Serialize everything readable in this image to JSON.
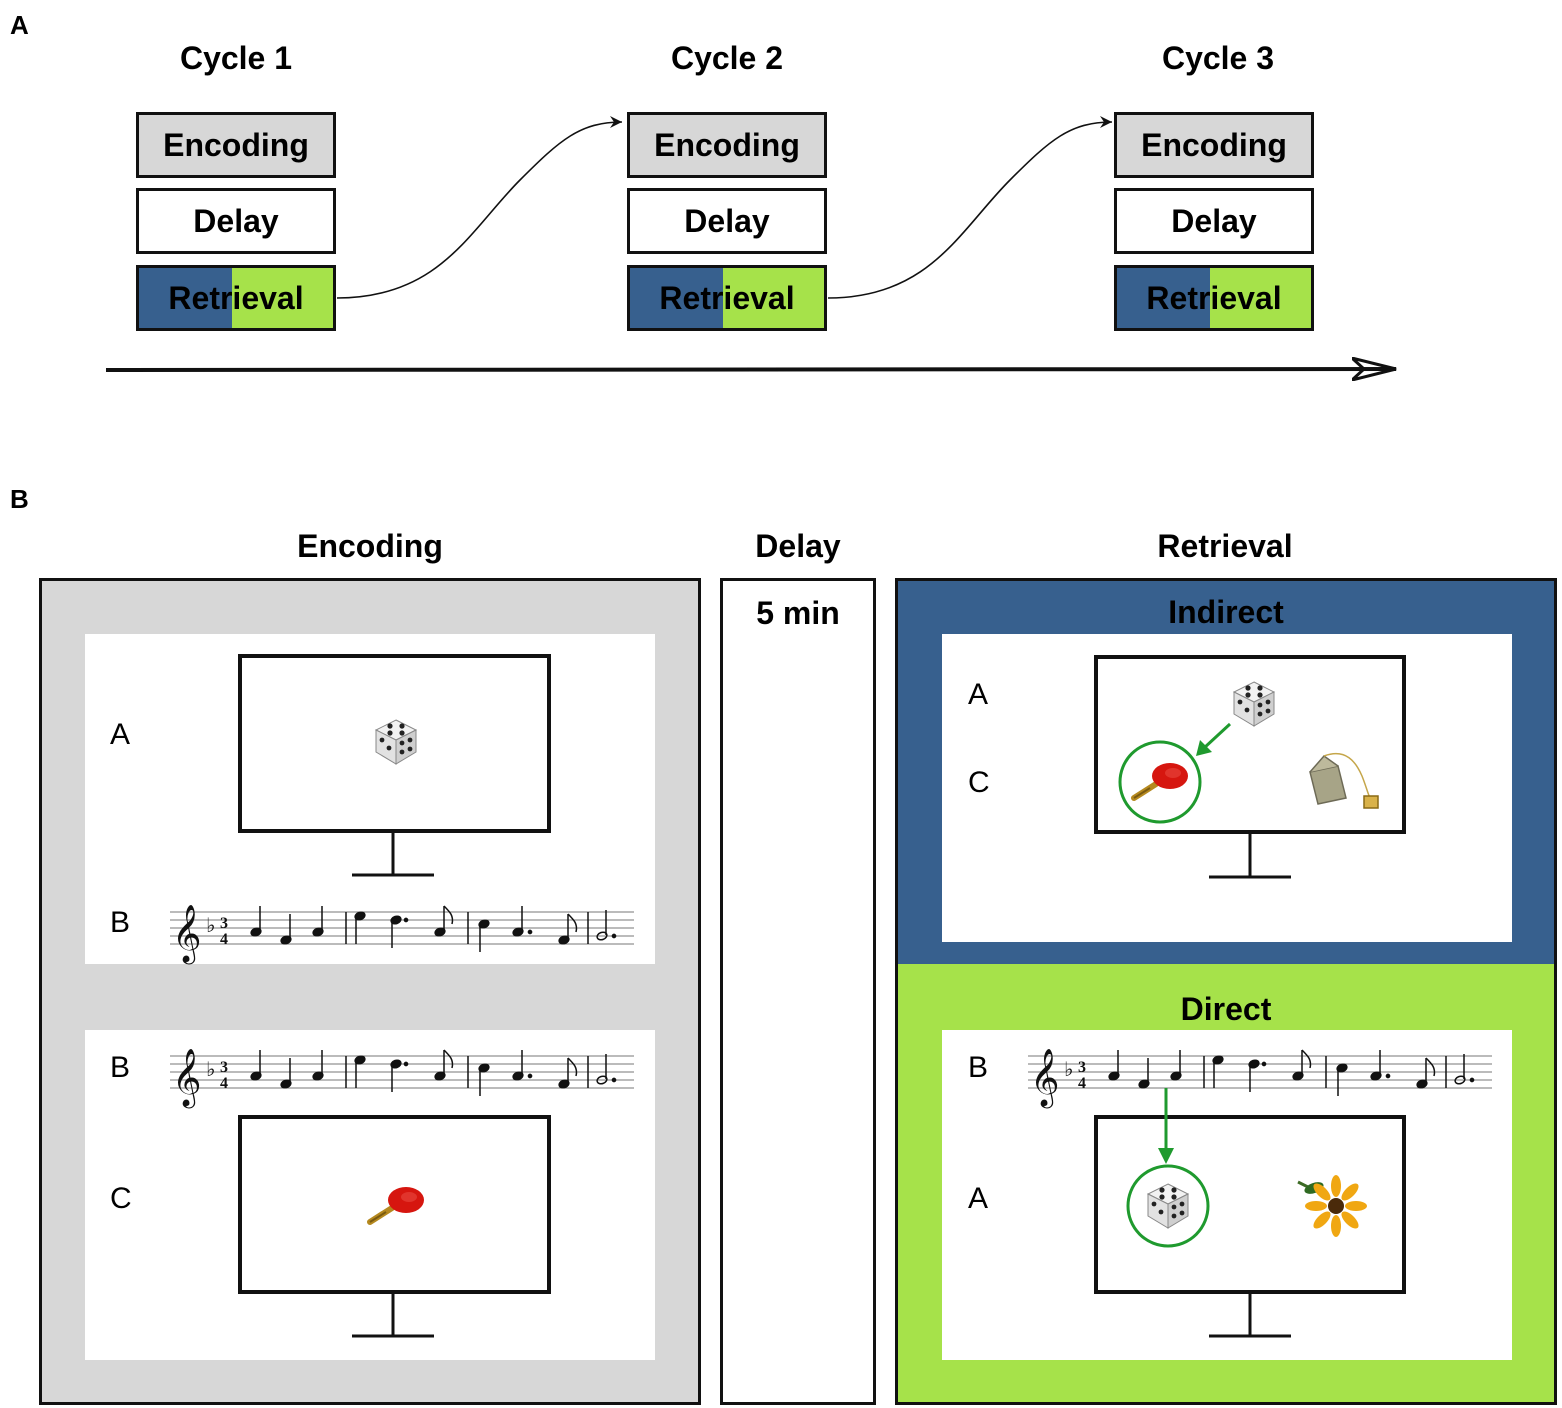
{
  "panel_a": {
    "letter": "A",
    "cycles": [
      {
        "title": "Cycle 1",
        "encoding": "Encoding",
        "delay": "Delay",
        "retrieval": "Retrieval"
      },
      {
        "title": "Cycle 2",
        "encoding": "Encoding",
        "delay": "Delay",
        "retrieval": "Retrieval"
      },
      {
        "title": "Cycle 3",
        "encoding": "Encoding",
        "delay": "Delay",
        "retrieval": "Retrieval"
      }
    ]
  },
  "panel_b": {
    "letter": "B",
    "encoding": {
      "title": "Encoding",
      "trial1": {
        "row1": "A",
        "row2": "B"
      },
      "trial2": {
        "row1": "B",
        "row2": "C"
      }
    },
    "delay": {
      "title": "Delay",
      "duration": "5 min"
    },
    "retrieval": {
      "title": "Retrieval",
      "indirect": {
        "title": "Indirect",
        "row1": "A",
        "row2": "C"
      },
      "direct": {
        "title": "Direct",
        "row1": "B",
        "row2": "A"
      }
    }
  },
  "colors": {
    "encoding_gray": "#d7d7d7",
    "retrieval_blue": "#37608e",
    "retrieval_green": "#a6e24a",
    "arrow_green": "#1f9a2e",
    "paddle_red": "#d6160f"
  },
  "icons": [
    "dice-icon",
    "ping-pong-paddle-icon",
    "tea-bag-icon",
    "sunflower-icon",
    "music-staff-icon",
    "monitor-icon"
  ]
}
